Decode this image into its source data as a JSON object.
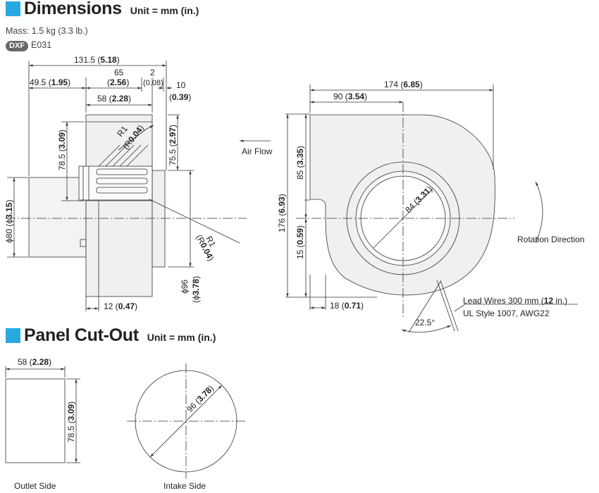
{
  "dimensions": {
    "title": "Dimensions",
    "unit": "Unit = mm (in.)",
    "mass": "Mass: 1.5 kg (3.3 lb.)",
    "dxf_badge": "DXF",
    "dxf_code": "E031",
    "side": {
      "d_131": [
        "131.5 (",
        "5.18",
        ")"
      ],
      "d_49": [
        "49.5 (",
        "1.95",
        ")"
      ],
      "d_65a": "65",
      "d_65b": [
        "(",
        "2.56",
        ")"
      ],
      "d_2a": "2",
      "d_2b": "(0.08)",
      "d_10a": "10",
      "d_10b": [
        "(",
        "0.39",
        ")"
      ],
      "d_58": [
        "58 (",
        "2.28",
        ")"
      ],
      "d_785": [
        "78.5 (",
        "3.09",
        ")"
      ],
      "d_755": [
        "75.5 (",
        "2.97",
        ")"
      ],
      "r1a": "R1",
      "r1a_in": [
        "(R",
        "0.04",
        ")"
      ],
      "r1b": "R1",
      "r1b_in": [
        "(R",
        "0.04",
        ")"
      ],
      "d_phi80": [
        "ϕ80 (ϕ",
        "3.15",
        ")"
      ],
      "d_phi96a": "ϕ96",
      "d_phi96b": [
        "(ϕ",
        "3.78",
        ")"
      ],
      "d_12": [
        "12 (",
        "0.47",
        ")"
      ]
    },
    "air_flow": "Air Flow",
    "front": {
      "d_174": [
        "174 (",
        "6.85",
        ")"
      ],
      "d_90": [
        "90 (",
        "3.54",
        ")"
      ],
      "d_176": [
        "176 (",
        "6.93",
        ")"
      ],
      "d_85": [
        "85 (",
        "3.35",
        ")"
      ],
      "d_15": [
        "15 (",
        "0.59",
        ")"
      ],
      "d_84": [
        "84 (",
        "3.31",
        ")"
      ],
      "d_18": [
        "18 (",
        "0.71",
        ")"
      ],
      "angle": "22.5°"
    },
    "rotation": "Rotation Direction",
    "lead_line1": [
      "Lead Wires 300 mm (",
      "12",
      " in.)"
    ],
    "lead_line2": "UL Style 1007, AWG22"
  },
  "panel": {
    "title": "Panel Cut-Out",
    "unit": "Unit = mm (in.)",
    "d_58": [
      "58 (",
      "2.28",
      ")"
    ],
    "d_785": [
      "78.5 (",
      "3.09",
      ")"
    ],
    "d_96": [
      "96 (",
      "3.78",
      ")"
    ],
    "outlet": "Outlet Side",
    "intake": "Intake Side"
  }
}
